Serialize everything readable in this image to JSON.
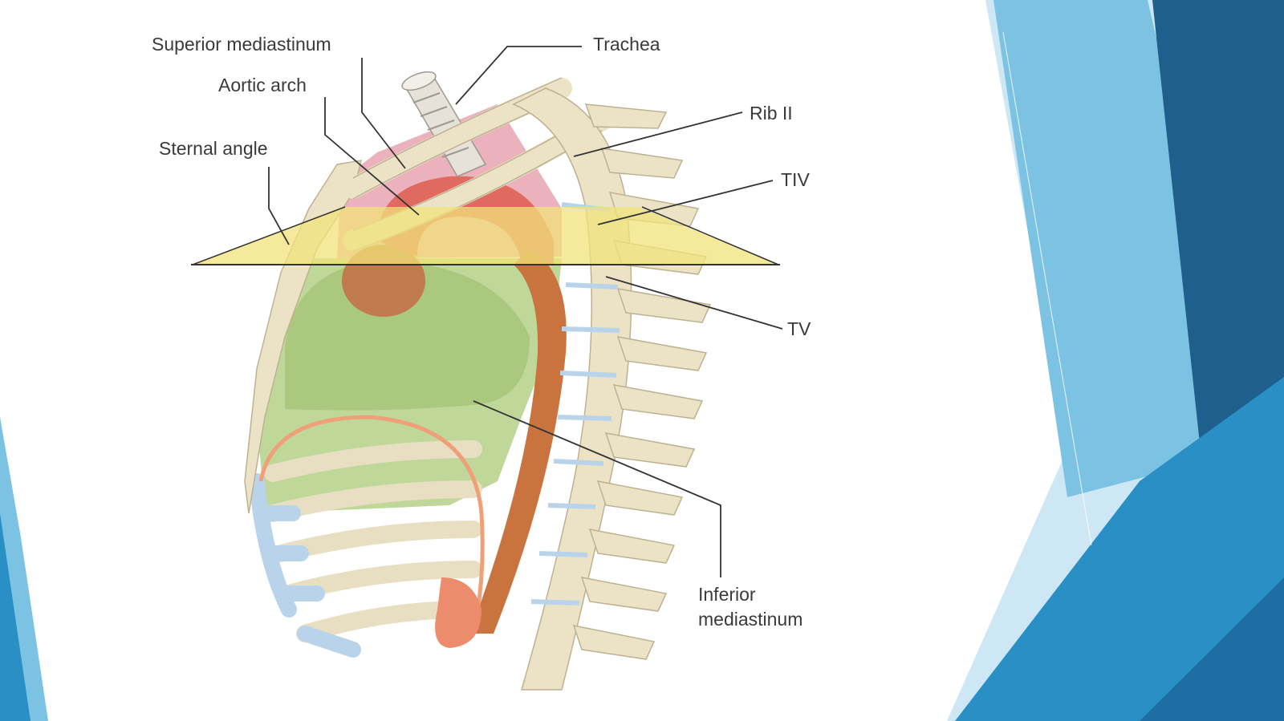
{
  "theme": {
    "accent_dark": "#1f5f8b",
    "accent_mid": "#2a8fc4",
    "accent_light": "#7cc3e3",
    "accent_pale": "#cde8f4",
    "bone": "#ece3c6",
    "mediastinum_superior": "#e8a3b0",
    "mediastinum_inferior": "#b9d38f",
    "plane": "#f1e37a",
    "aorta": "#c9733f",
    "heart": "#c07a4e",
    "cartilage": "#b9d4ea",
    "pericardium_edge": "#f0a078"
  },
  "diagram": {
    "labels": {
      "superior_mediastinum": "Superior mediastinum",
      "aortic_arch": "Aortic arch",
      "sternal_angle": "Sternal angle",
      "trachea": "Trachea",
      "rib_ii": "Rib II",
      "tiv": "TIV",
      "tv": "TV",
      "inferior_mediastinum_line1": "Inferior",
      "inferior_mediastinum_line2": "mediastinum"
    }
  }
}
